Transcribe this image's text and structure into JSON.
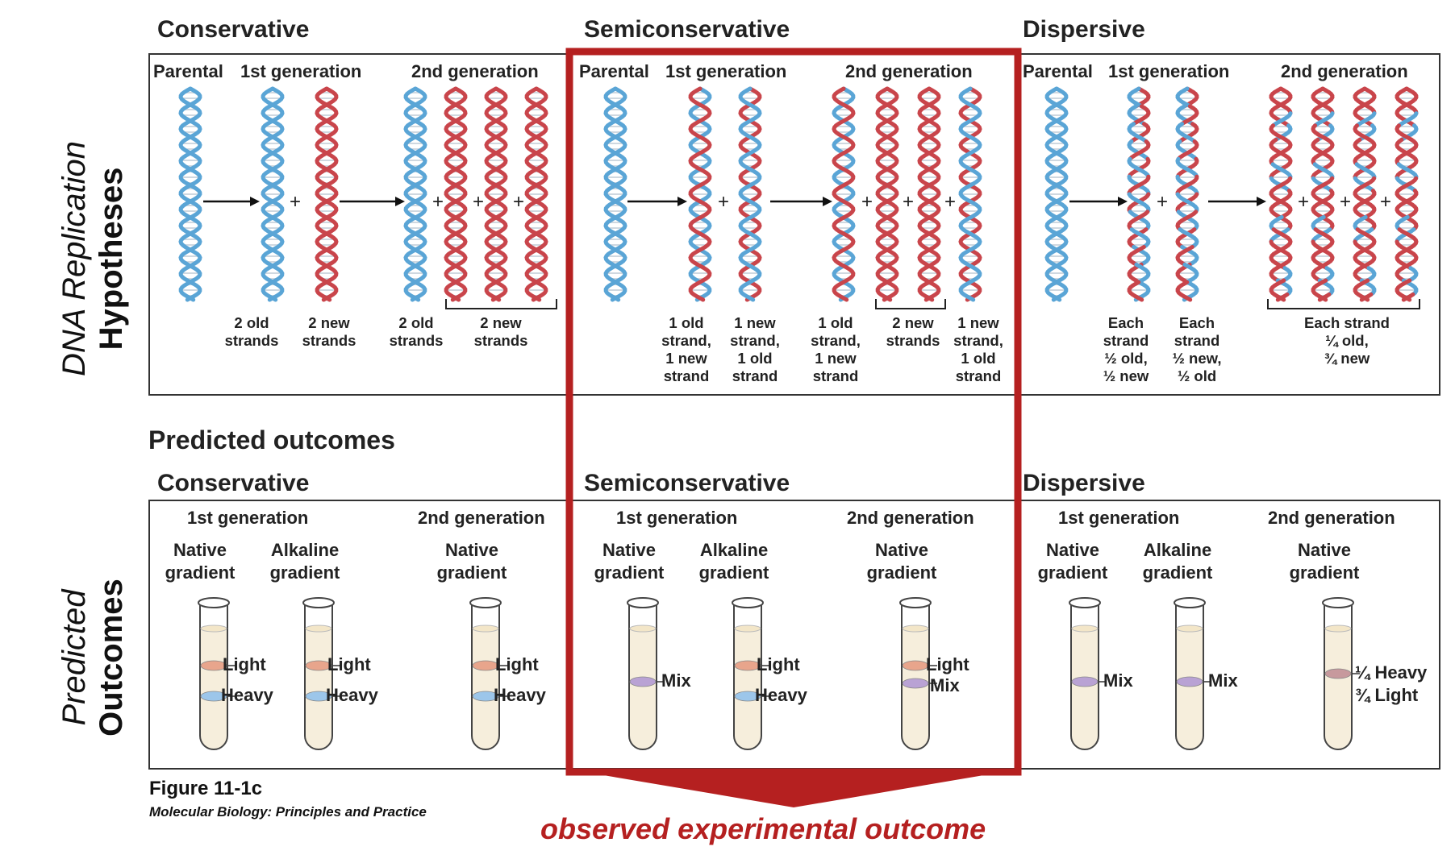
{
  "top_sections": [
    {
      "title": "Conservative",
      "parental": "Parental",
      "gen1": "1st generation",
      "gen2": "2nd generation",
      "captions": [
        "2 old\nstrands",
        "2 new\nstrands",
        "2 old\nstrands",
        "2 new\nstrands"
      ]
    },
    {
      "title": "Semiconservative",
      "parental": "Parental",
      "gen1": "1st generation",
      "gen2": "2nd generation",
      "captions": [
        "1 old\nstrand,\n1 new\nstrand",
        "1 new\nstrand,\n1 old\nstrand",
        "1 old\nstrand,\n1 new\nstrand",
        "2 new\nstrands",
        "1 new\nstrand,\n1 old\nstrand"
      ]
    },
    {
      "title": "Dispersive",
      "parental": "Parental",
      "gen1": "1st generation",
      "gen2": "2nd generation",
      "captions": [
        "Each\nstrand\n½ old,\n½ new",
        "Each\nstrand\n½ new,\n½ old",
        "Each strand\n¼ old,\n¾ new"
      ]
    }
  ],
  "side_labels": {
    "hypotheses": {
      "line1": "DNA Replication",
      "line2": "Hypotheses"
    },
    "outcomes": {
      "line1": "Predicted",
      "line2": "Outcomes"
    }
  },
  "predicted_heading": "Predicted outcomes",
  "bottom_sections": [
    {
      "title": "Conservative",
      "gen1": "1st generation",
      "gen2": "2nd generation",
      "gradients": [
        "Native\ngradient",
        "Alkaline\ngradient",
        "Native\ngradient"
      ],
      "bands": [
        [
          "Light",
          "Heavy"
        ],
        [
          "Light",
          "Heavy"
        ],
        [
          "Light",
          "Heavy"
        ]
      ]
    },
    {
      "title": "Semiconservative",
      "gen1": "1st generation",
      "gen2": "2nd generation",
      "gradients": [
        "Native\ngradient",
        "Alkaline\ngradient",
        "Native\ngradient"
      ],
      "bands": [
        [
          "Mix"
        ],
        [
          "Light",
          "Heavy"
        ],
        [
          "Light",
          "Mix"
        ]
      ]
    },
    {
      "title": "Dispersive",
      "gen1": "1st generation",
      "gen2": "2nd generation",
      "gradients": [
        "Native\ngradient",
        "Alkaline\ngradient",
        "Native\ngradient"
      ],
      "bands": [
        [
          "Mix"
        ],
        [
          "Mix"
        ],
        [
          "¼ Heavy",
          "¾ Light"
        ]
      ]
    }
  ],
  "figure_number": "Figure 11-1c",
  "figure_source": "Molecular Biology: Principles and Practice",
  "observed_label": "observed experimental outcome",
  "colors": {
    "old_strand": "#5aa5d6",
    "new_strand": "#c9454b",
    "highlight": "#b52020",
    "light_band": "#e8a58c",
    "heavy_band": "#9cc6ea",
    "mix_band": "#b9a2d4"
  }
}
